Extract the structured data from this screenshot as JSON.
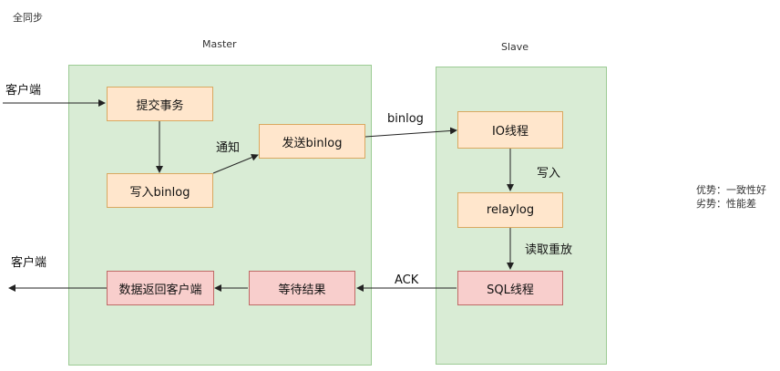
{
  "page_title": "全同步",
  "master": {
    "title": "Master"
  },
  "slave": {
    "title": "Slave"
  },
  "nodes": {
    "submit_txn": "提交事务",
    "write_binlog": "写入binlog",
    "send_binlog": "发送binlog",
    "return_to_client": "数据返回客户端",
    "wait_result": "等待结果",
    "io_thread": "IO线程",
    "relaylog": "relaylog",
    "sql_thread": "SQL线程"
  },
  "edge_labels": {
    "client_in": "客户端",
    "client_out": "客户端",
    "notify": "通知",
    "binlog": "binlog",
    "write_in": "写入",
    "read_replay": "读取重放",
    "ack": "ACK"
  },
  "notes": {
    "pro": "优势：一致性好",
    "con": "劣势：性能差"
  },
  "colors": {
    "panel_fill": "#d9ecd5",
    "orange_fill": "#ffe6cc",
    "red_fill": "#f8cecc"
  }
}
